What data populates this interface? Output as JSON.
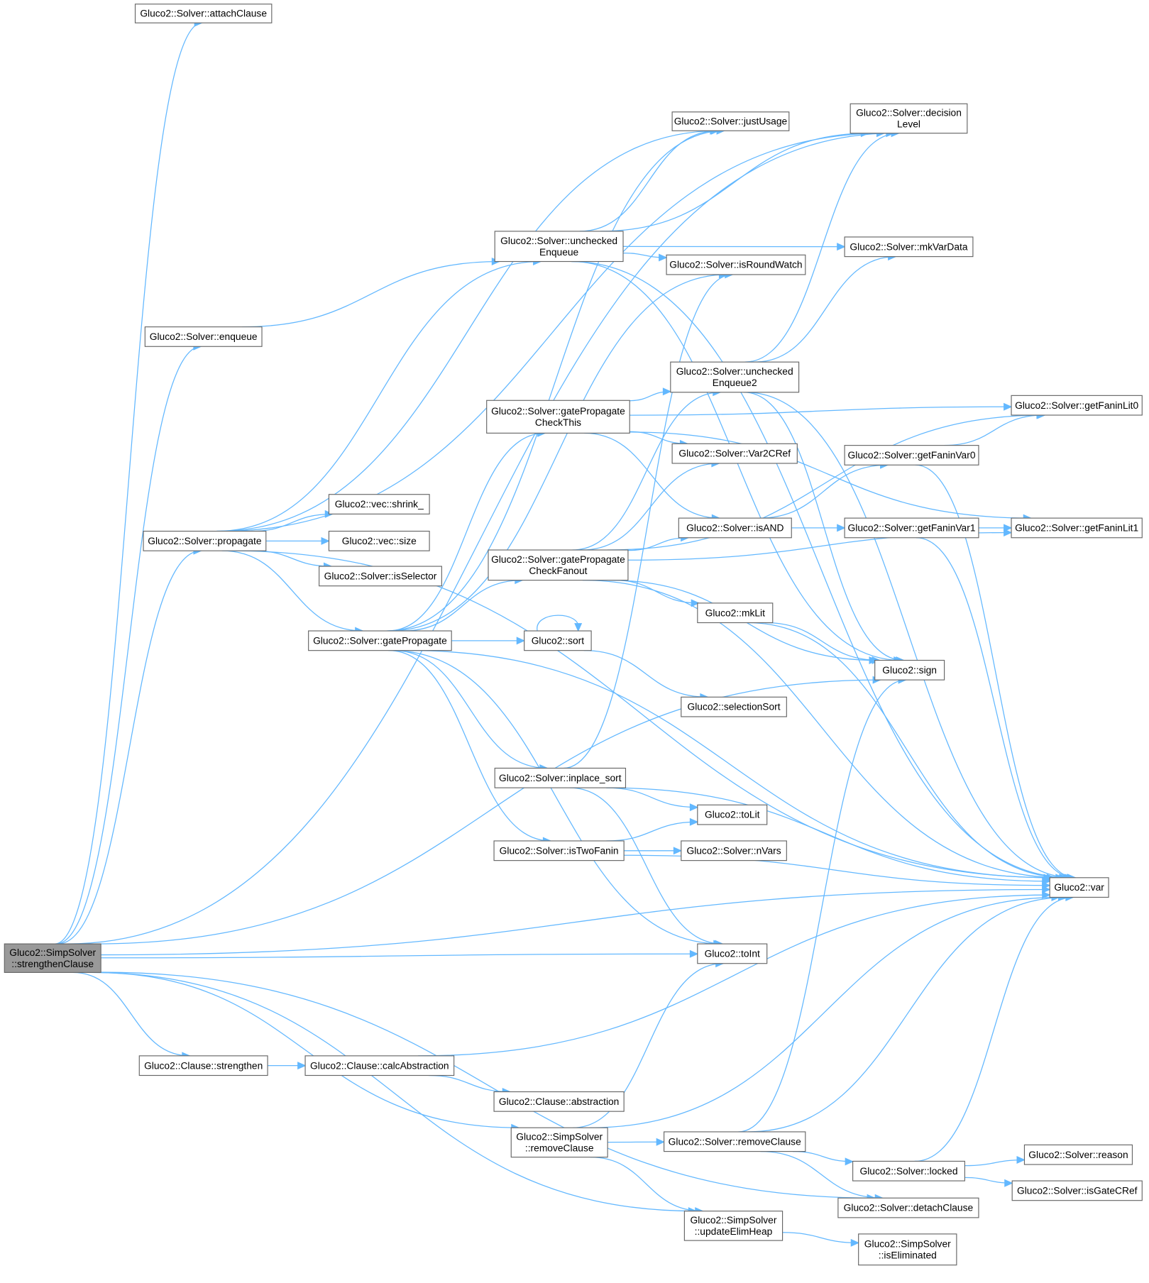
{
  "colors": {
    "edge": "#63b8ff",
    "root_fill": "#999999",
    "node_border": "#666666"
  },
  "nodes": [
    {
      "id": "strengthenClause",
      "lines": [
        "Gluco2::SimpSolver",
        "::strengthenClause"
      ],
      "root": true
    },
    {
      "id": "attachClause",
      "lines": [
        "Gluco2::Solver::attachClause"
      ]
    },
    {
      "id": "decisionLevel",
      "lines": [
        "Gluco2::Solver::decision",
        "Level"
      ]
    },
    {
      "id": "justUsage",
      "lines": [
        "Gluco2::Solver::justUsage"
      ]
    },
    {
      "id": "uncheckedEnqueue",
      "lines": [
        "Gluco2::Solver::unchecked",
        "Enqueue"
      ]
    },
    {
      "id": "mkVarData",
      "lines": [
        "Gluco2::Solver::mkVarData"
      ]
    },
    {
      "id": "isRoundWatch",
      "lines": [
        "Gluco2::Solver::isRoundWatch"
      ]
    },
    {
      "id": "enqueue",
      "lines": [
        "Gluco2::Solver::enqueue"
      ]
    },
    {
      "id": "uncheckedEnqueue2",
      "lines": [
        "Gluco2::Solver::unchecked",
        "Enqueue2"
      ]
    },
    {
      "id": "getFaninLit0",
      "lines": [
        "Gluco2::Solver::getFaninLit0"
      ]
    },
    {
      "id": "checkThis",
      "lines": [
        "Gluco2::Solver::gatePropagate",
        "CheckThis"
      ]
    },
    {
      "id": "var2CRef",
      "lines": [
        "Gluco2::Solver::Var2CRef"
      ]
    },
    {
      "id": "getFaninVar0",
      "lines": [
        "Gluco2::Solver::getFaninVar0"
      ]
    },
    {
      "id": "shrink",
      "lines": [
        "Gluco2::vec::shrink_"
      ]
    },
    {
      "id": "isAND",
      "lines": [
        "Gluco2::Solver::isAND"
      ]
    },
    {
      "id": "getFaninVar1",
      "lines": [
        "Gluco2::Solver::getFaninVar1"
      ]
    },
    {
      "id": "getFaninLit1",
      "lines": [
        "Gluco2::Solver::getFaninLit1"
      ]
    },
    {
      "id": "propagate",
      "lines": [
        "Gluco2::Solver::propagate"
      ]
    },
    {
      "id": "checkFanout",
      "lines": [
        "Gluco2::Solver::gatePropagate",
        "CheckFanout"
      ]
    },
    {
      "id": "size",
      "lines": [
        "Gluco2::vec::size"
      ]
    },
    {
      "id": "isSelector",
      "lines": [
        "Gluco2::Solver::isSelector"
      ]
    },
    {
      "id": "mkLit",
      "lines": [
        "Gluco2::mkLit"
      ]
    },
    {
      "id": "gatePropagate",
      "lines": [
        "Gluco2::Solver::gatePropagate"
      ]
    },
    {
      "id": "sort",
      "lines": [
        "Gluco2::sort"
      ]
    },
    {
      "id": "sign",
      "lines": [
        "Gluco2::sign"
      ]
    },
    {
      "id": "selectionSort",
      "lines": [
        "Gluco2::selectionSort"
      ]
    },
    {
      "id": "inplaceSort",
      "lines": [
        "Gluco2::Solver::inplace_sort"
      ]
    },
    {
      "id": "toLit",
      "lines": [
        "Gluco2::toLit"
      ]
    },
    {
      "id": "isTwoFanin",
      "lines": [
        "Gluco2::Solver::isTwoFanin"
      ]
    },
    {
      "id": "nVars",
      "lines": [
        "Gluco2::Solver::nVars"
      ]
    },
    {
      "id": "var",
      "lines": [
        "Gluco2::var"
      ]
    },
    {
      "id": "toInt",
      "lines": [
        "Gluco2::toInt"
      ]
    },
    {
      "id": "clauseStrengthen",
      "lines": [
        "Gluco2::Clause::strengthen"
      ]
    },
    {
      "id": "calcAbstraction",
      "lines": [
        "Gluco2::Clause::calcAbstraction"
      ]
    },
    {
      "id": "abstraction",
      "lines": [
        "Gluco2::Clause::abstraction"
      ]
    },
    {
      "id": "simpRemoveClause",
      "lines": [
        "Gluco2::SimpSolver",
        "::removeClause"
      ]
    },
    {
      "id": "removeClause",
      "lines": [
        "Gluco2::Solver::removeClause"
      ]
    },
    {
      "id": "locked",
      "lines": [
        "Gluco2::Solver::locked"
      ]
    },
    {
      "id": "reason",
      "lines": [
        "Gluco2::Solver::reason"
      ]
    },
    {
      "id": "isGateCRef",
      "lines": [
        "Gluco2::Solver::isGateCRef"
      ]
    },
    {
      "id": "detachClause",
      "lines": [
        "Gluco2::Solver::detachClause"
      ]
    },
    {
      "id": "updateElimHeap",
      "lines": [
        "Gluco2::SimpSolver",
        "::updateElimHeap"
      ]
    },
    {
      "id": "isEliminated",
      "lines": [
        "Gluco2::SimpSolver",
        "::isEliminated"
      ]
    }
  ],
  "edges": [
    [
      "strengthenClause",
      "attachClause"
    ],
    [
      "strengthenClause",
      "decisionLevel"
    ],
    [
      "strengthenClause",
      "enqueue"
    ],
    [
      "strengthenClause",
      "propagate"
    ],
    [
      "strengthenClause",
      "sign"
    ],
    [
      "strengthenClause",
      "toInt"
    ],
    [
      "strengthenClause",
      "var"
    ],
    [
      "strengthenClause",
      "clauseStrengthen"
    ],
    [
      "strengthenClause",
      "simpRemoveClause"
    ],
    [
      "strengthenClause",
      "detachClause"
    ],
    [
      "strengthenClause",
      "updateElimHeap"
    ],
    [
      "propagate",
      "decisionLevel"
    ],
    [
      "propagate",
      "justUsage"
    ],
    [
      "propagate",
      "uncheckedEnqueue"
    ],
    [
      "propagate",
      "shrink"
    ],
    [
      "propagate",
      "size"
    ],
    [
      "propagate",
      "isSelector"
    ],
    [
      "propagate",
      "gatePropagate"
    ],
    [
      "propagate",
      "var"
    ],
    [
      "enqueue",
      "uncheckedEnqueue"
    ],
    [
      "uncheckedEnqueue",
      "justUsage"
    ],
    [
      "uncheckedEnqueue",
      "decisionLevel"
    ],
    [
      "uncheckedEnqueue",
      "mkVarData"
    ],
    [
      "uncheckedEnqueue",
      "isRoundWatch"
    ],
    [
      "uncheckedEnqueue",
      "var"
    ],
    [
      "uncheckedEnqueue",
      "sign"
    ],
    [
      "gatePropagate",
      "justUsage"
    ],
    [
      "gatePropagate",
      "isRoundWatch"
    ],
    [
      "gatePropagate",
      "checkThis"
    ],
    [
      "gatePropagate",
      "checkFanout"
    ],
    [
      "gatePropagate",
      "sort"
    ],
    [
      "gatePropagate",
      "inplaceSort"
    ],
    [
      "gatePropagate",
      "isTwoFanin"
    ],
    [
      "gatePropagate",
      "var"
    ],
    [
      "gatePropagate",
      "toInt"
    ],
    [
      "sort",
      "sort"
    ],
    [
      "sort",
      "selectionSort"
    ],
    [
      "checkThis",
      "getFaninLit0"
    ],
    [
      "checkThis",
      "getFaninLit1"
    ],
    [
      "checkThis",
      "uncheckedEnqueue2"
    ],
    [
      "checkThis",
      "var2CRef"
    ],
    [
      "checkThis",
      "isAND"
    ],
    [
      "checkFanout",
      "uncheckedEnqueue2"
    ],
    [
      "checkFanout",
      "var2CRef"
    ],
    [
      "checkFanout",
      "getFaninLit0"
    ],
    [
      "checkFanout",
      "isAND"
    ],
    [
      "checkFanout",
      "getFaninLit1"
    ],
    [
      "checkFanout",
      "var"
    ],
    [
      "checkFanout",
      "mkLit"
    ],
    [
      "checkFanout",
      "sign"
    ],
    [
      "uncheckedEnqueue2",
      "decisionLevel"
    ],
    [
      "uncheckedEnqueue2",
      "mkVarData"
    ],
    [
      "uncheckedEnqueue2",
      "sign"
    ],
    [
      "uncheckedEnqueue2",
      "var"
    ],
    [
      "isAND",
      "getFaninVar0"
    ],
    [
      "isAND",
      "getFaninVar1"
    ],
    [
      "getFaninVar0",
      "getFaninLit0"
    ],
    [
      "getFaninVar0",
      "var"
    ],
    [
      "getFaninVar1",
      "getFaninLit1"
    ],
    [
      "getFaninVar1",
      "var"
    ],
    [
      "mkLit",
      "sign"
    ],
    [
      "mkLit",
      "var"
    ],
    [
      "inplaceSort",
      "isRoundWatch"
    ],
    [
      "inplaceSort",
      "toLit"
    ],
    [
      "inplaceSort",
      "toInt"
    ],
    [
      "inplaceSort",
      "var"
    ],
    [
      "isTwoFanin",
      "toLit"
    ],
    [
      "isTwoFanin",
      "nVars"
    ],
    [
      "isTwoFanin",
      "var"
    ],
    [
      "clauseStrengthen",
      "calcAbstraction"
    ],
    [
      "calcAbstraction",
      "abstraction"
    ],
    [
      "calcAbstraction",
      "var"
    ],
    [
      "simpRemoveClause",
      "toInt"
    ],
    [
      "simpRemoveClause",
      "var"
    ],
    [
      "simpRemoveClause",
      "removeClause"
    ],
    [
      "simpRemoveClause",
      "updateElimHeap"
    ],
    [
      "removeClause",
      "sign"
    ],
    [
      "removeClause",
      "var"
    ],
    [
      "removeClause",
      "locked"
    ],
    [
      "removeClause",
      "detachClause"
    ],
    [
      "locked",
      "var"
    ],
    [
      "locked",
      "reason"
    ],
    [
      "locked",
      "isGateCRef"
    ],
    [
      "updateElimHeap",
      "isEliminated"
    ]
  ]
}
